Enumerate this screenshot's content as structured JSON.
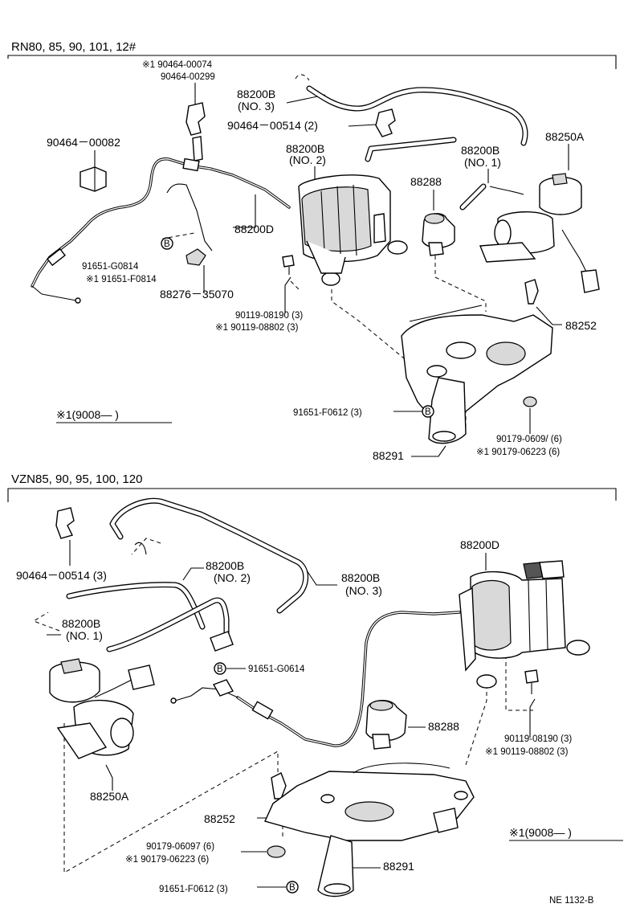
{
  "sections": {
    "top_header": "RN80, 85, 90, 101, 12#",
    "bottom_header": "VZN85, 90, 95, 100, 120",
    "period_top": "※1(9008—    )",
    "period_bottom": "※1(9008—    )"
  },
  "top_labels": {
    "l1": "※1 90464-00074",
    "l2": "90464-00299",
    "l3": "88200B",
    "l4": "(NO. 3)",
    "l5": "90464－00514 (2)",
    "l6": "90464－00082",
    "l7": "88200B",
    "l8": "(NO. 2)",
    "l9": "88200B",
    "l10": "(NO. 1)",
    "l11": "88250A",
    "l12": "88288",
    "l13": "88200D",
    "l14": "91651-G0814",
    "l15": "※1 91651-F0814",
    "l16": "88276－35070",
    "l17": "90119-08190 (3)",
    "l18": "※1 90119-08802 (3)",
    "l19": "88252",
    "l20": "91651-F0612 (3)",
    "l21": "90179-0609/ (6)",
    "l22": "※1 90179-06223 (6)",
    "l23": "88291"
  },
  "bottom_labels": {
    "l1": "90464－00514 (3)",
    "l2": "88200B",
    "l3": "(NO. 2)",
    "l4": "88200B",
    "l5": "(NO. 3)",
    "l6": "88200B",
    "l7": "(NO. 1)",
    "l8": "88200D",
    "l9": "91651-G0614",
    "l10": "88288",
    "l11": "90119-08190 (3)",
    "l12": "※1 90119-08802 (3)",
    "l13": "88250A",
    "l14": "88252",
    "l15": "90179-06097 (6)",
    "l16": "※1 90179-06223 (6)",
    "l17": "88291",
    "l18": "91651-F0612 (3)"
  },
  "bolt_mark": "B",
  "footer_code": "NE  1132-B"
}
